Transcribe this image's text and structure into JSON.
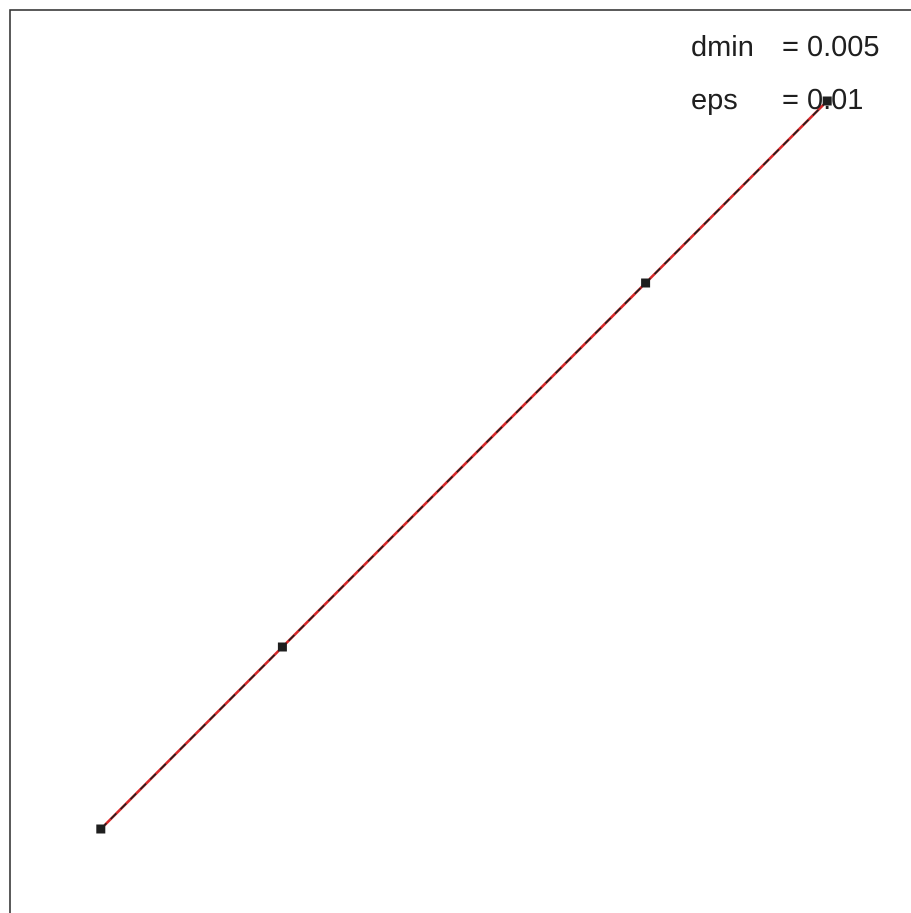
{
  "chart_data": {
    "type": "line",
    "title": "",
    "xlabel": "",
    "ylabel": "",
    "grid": false,
    "xlim": [
      0,
      1
    ],
    "ylim": [
      0,
      1
    ],
    "series": [
      {
        "style": "solid",
        "color": "#d62728",
        "x": [
          0.1,
          0.3,
          0.7,
          0.9
        ],
        "y": [
          0.1,
          0.3,
          0.7,
          0.9
        ]
      },
      {
        "style": "dashed",
        "color": "#1f1f1f",
        "markers": "square",
        "x": [
          0.1,
          0.3,
          0.7,
          0.9
        ],
        "y": [
          0.1,
          0.3,
          0.7,
          0.9
        ]
      }
    ],
    "annotations": [
      {
        "label": "dmin",
        "value": "= 0.005"
      },
      {
        "label": "eps",
        "value": "= 0.01"
      }
    ]
  }
}
